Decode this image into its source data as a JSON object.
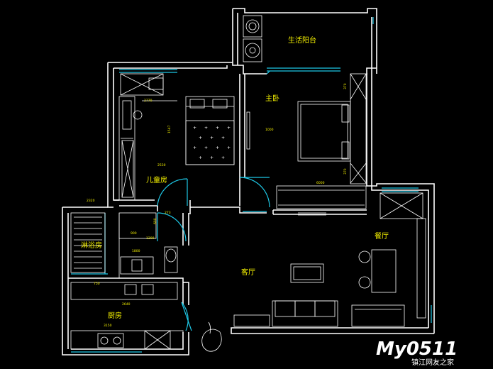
{
  "rooms": {
    "balcony": "生活阳台",
    "master_bedroom": "主卧",
    "kids_room": "儿童房",
    "shower_room": "淋浴房",
    "living_room": "客厅",
    "dining_room": "餐厅",
    "kitchen": "厨房"
  },
  "dimensions": {
    "kids_top": "2770",
    "kids_side": "1547",
    "kids_mid": "2530",
    "master_bed": "1000",
    "master_top": "370",
    "master_bottom": "370",
    "tv_cabinet": "6000",
    "bath_top": "2320",
    "bath_a": "900",
    "bath_b": "1200",
    "bath_c": "1800",
    "door_gap": "273",
    "bath_side": "600",
    "kitchen_top": "750",
    "kitchen_mid": "2640",
    "kitchen_bottom": "3150"
  },
  "watermark": {
    "logo": "My0511",
    "tagline": "镇江网友之家"
  },
  "colors": {
    "wall": "#ffffff",
    "window": "#1ec8e6",
    "text": "#f4f000"
  }
}
